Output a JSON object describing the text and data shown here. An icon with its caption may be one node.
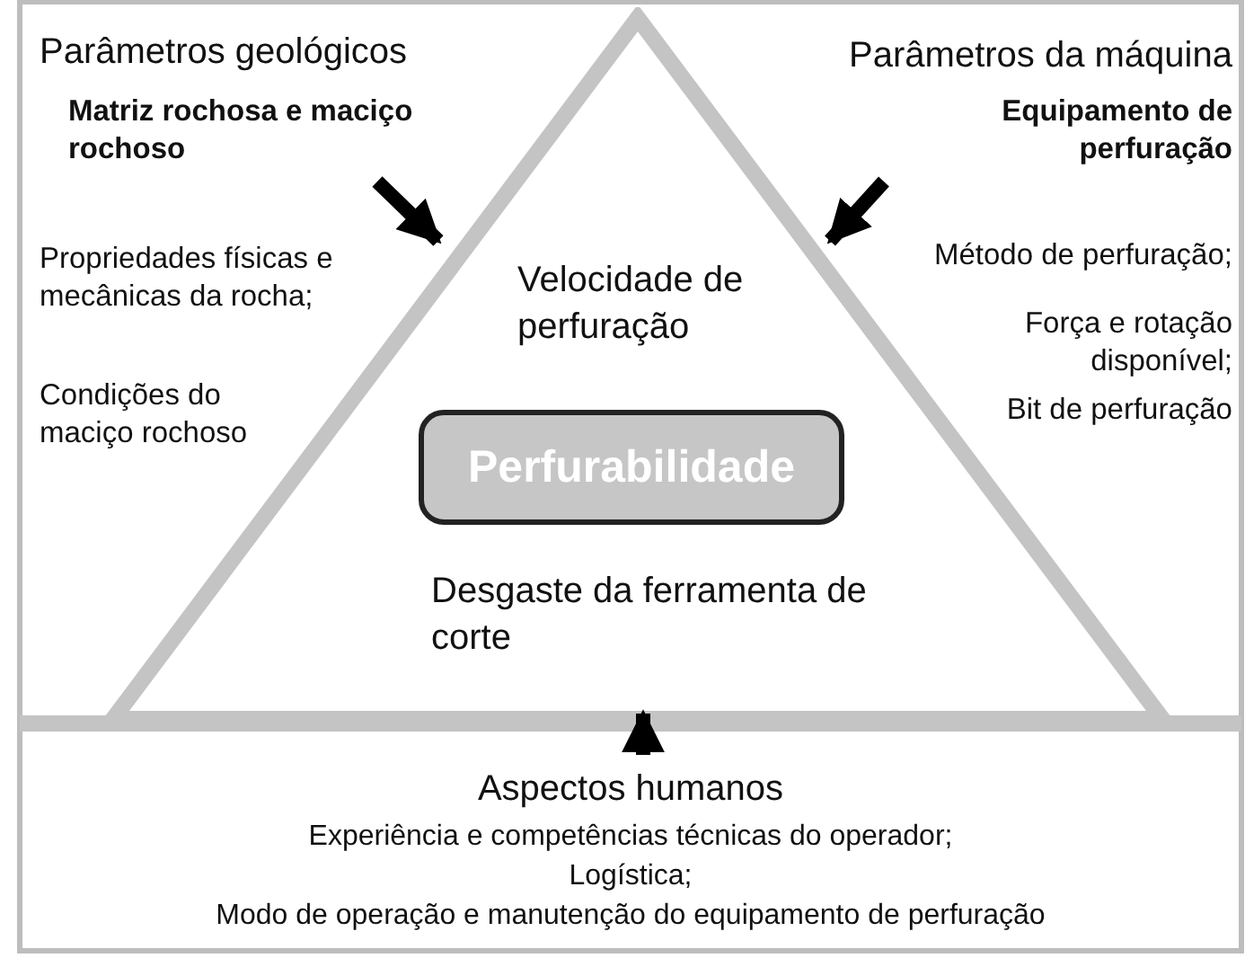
{
  "diagram": {
    "nodes": [
      {
        "text": [
          "Parâmetros geológicos",
          "Matriz rochosa e maciço rochoso",
          "Propriedades físicas e mecânicas da rocha;",
          "Condições do maciço rochoso"
        ]
      },
      {
        "text": [
          "Parâmetros da máquina",
          "Equipamento de perfuração",
          "Método de perfuração;",
          "Força e rotação disponível;",
          "Bit de perfuração"
        ]
      },
      {
        "text": [
          "Velocidade de perfuração",
          "Desgaste da ferramenta de corte"
        ]
      },
      {
        "text": [
          "Perfurabilidade"
        ],
        "in": 2
      },
      {
        "text": [
          "Aspectos humanos",
          "Experiência e competências técnicas do operador;",
          "Logística;",
          "Modo de operação e manutenção do equipamento de perfuração"
        ]
      }
    ],
    "edges": [
      {
        "from": 0,
        "to": 2,
        "arrow": "to"
      },
      {
        "from": 1,
        "to": 2,
        "arrow": "to"
      },
      {
        "from": 4,
        "to": 2,
        "arrow": "to"
      }
    ]
  }
}
